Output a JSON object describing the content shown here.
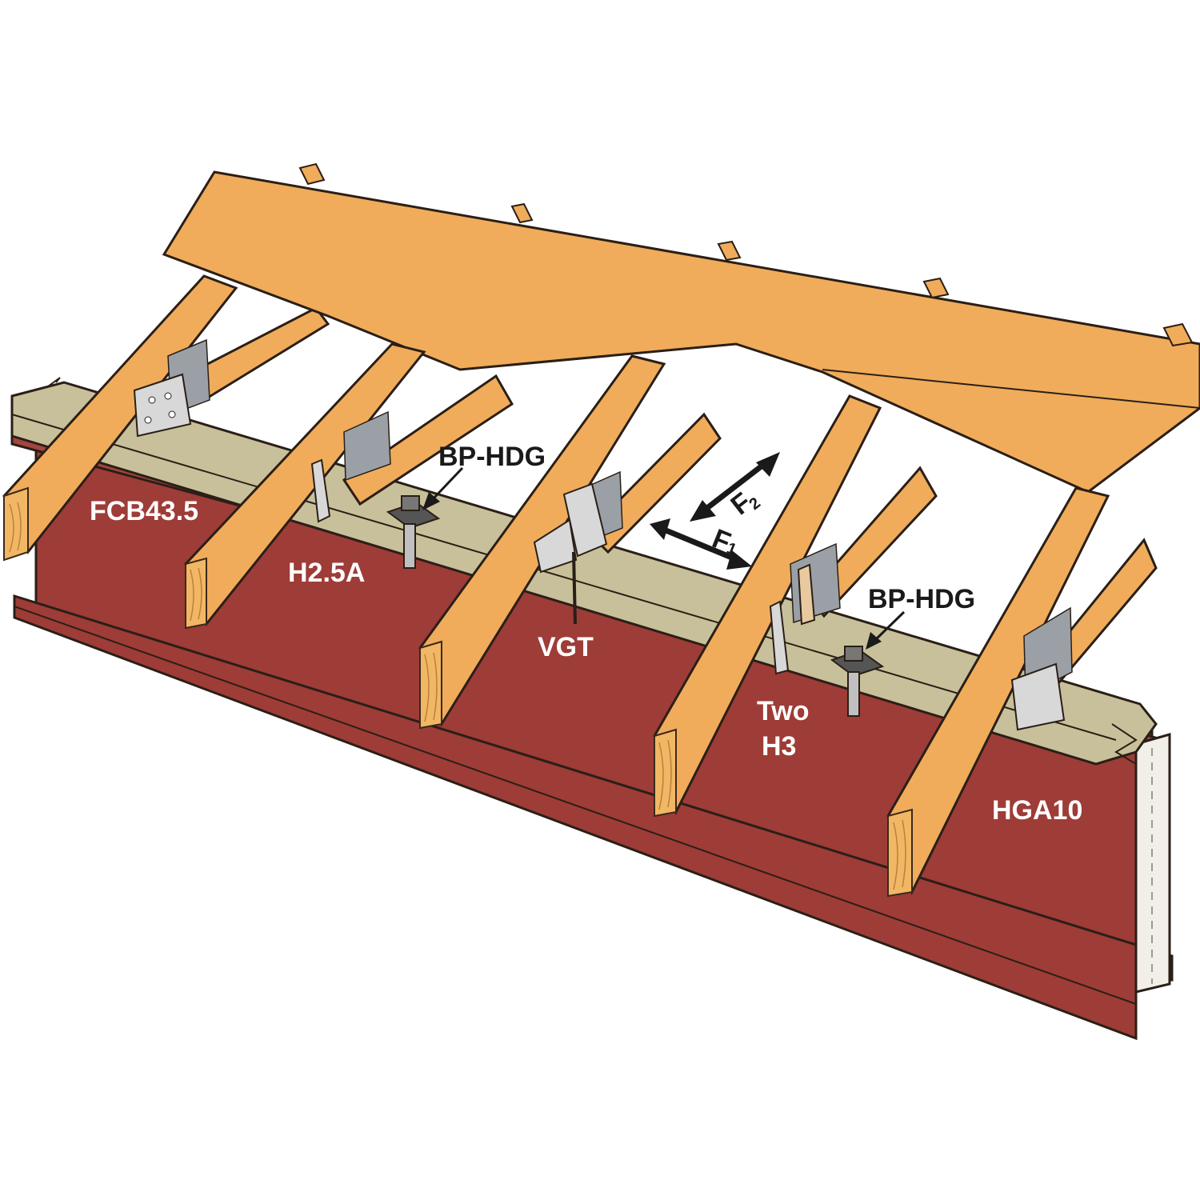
{
  "labels": {
    "fcb": "FCB43.5",
    "h25a": "H2.5A",
    "bp_left": "BP-HDG",
    "vgt": "VGT",
    "bp_right": "BP-HDG",
    "two": "Two",
    "h3": "H3",
    "hga": "HGA10",
    "f1": "F",
    "f1_sub": "1",
    "f2": "F",
    "f2_sub": "2"
  },
  "colors": {
    "steel_beam": "#9e3c37",
    "sill_plate": "#c8c09a",
    "lumber": "#f0ac5a",
    "lumber_dark": "#c5823a",
    "outline": "#2a1f17",
    "connector": "#d8d8d8"
  }
}
